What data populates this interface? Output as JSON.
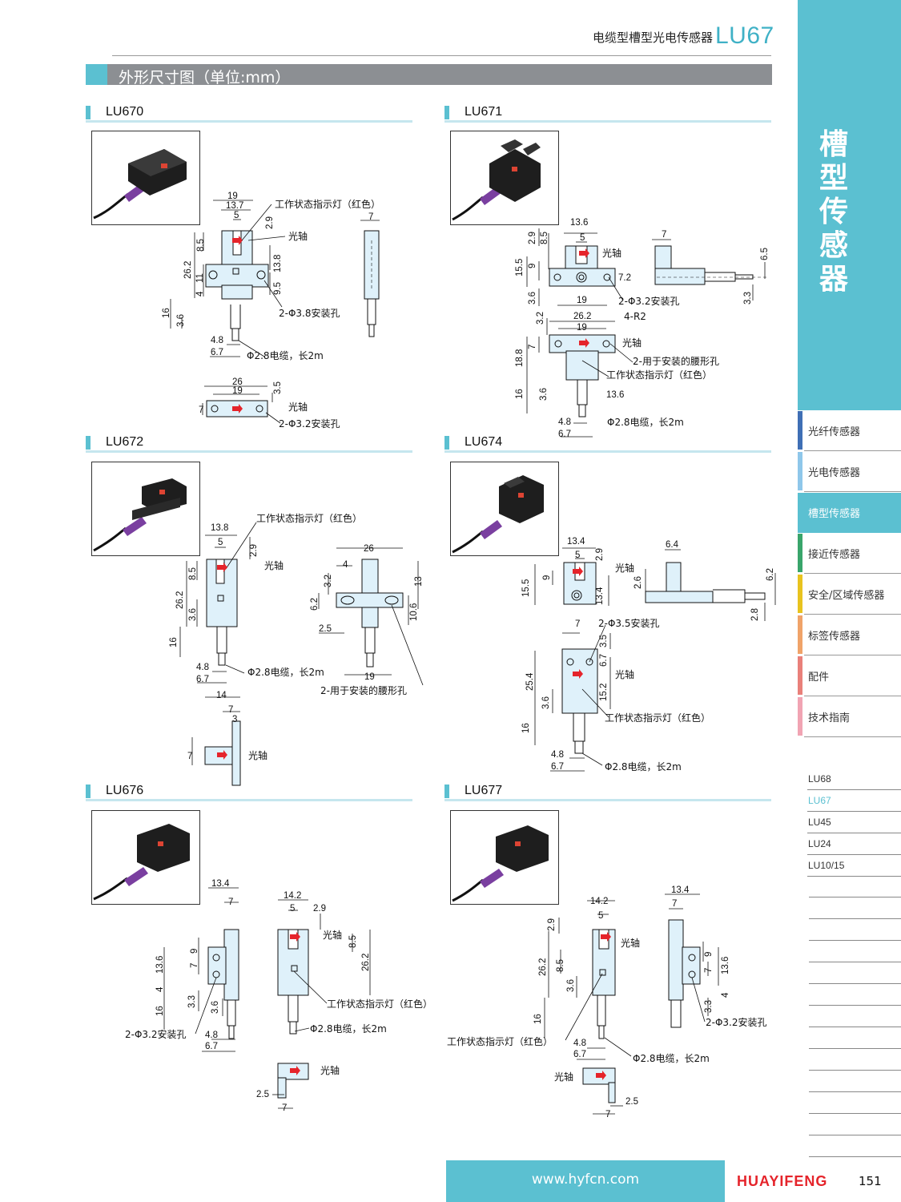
{
  "header": {
    "title": "电缆型槽型光电传感器",
    "model": "LU67"
  },
  "section": {
    "title": "外形尺寸图（单位:mm）"
  },
  "products": [
    {
      "name": "LU670"
    },
    {
      "name": "LU671"
    },
    {
      "name": "LU672"
    },
    {
      "name": "LU674"
    },
    {
      "name": "LU676"
    },
    {
      "name": "LU677"
    }
  ],
  "labels": {
    "indicator": "工作状态指示灯（红色）",
    "optical_axis": "光轴",
    "cable": "Φ2.8电缆，长2m",
    "holes_38": "2-Φ3.8安装孔",
    "holes_32": "2-Φ3.2安装孔",
    "holes_35": "2-Φ3.5安装孔",
    "waist_holes": "2-用于安装的腰形孔",
    "r2": "4-R2"
  },
  "dims": {
    "lu670": [
      "19",
      "13.7",
      "5",
      "2.9",
      "8.5",
      "26.2",
      "13.8",
      "11",
      "4",
      "9.5",
      "16",
      "3.6",
      "4.8",
      "6.7",
      "7",
      "26",
      "19",
      "3.5",
      "7"
    ],
    "lu671": [
      "13.6",
      "5",
      "2.9",
      "8.5",
      "15.5",
      "9",
      "7.2",
      "19",
      "3.6",
      "7",
      "6.5",
      "3.3",
      "26.2",
      "19",
      "3.2",
      "7",
      "18.8",
      "16",
      "3.6",
      "13.6",
      "4.8",
      "6.7"
    ],
    "lu672": [
      "13.8",
      "5",
      "2.9",
      "8.5",
      "26.2",
      "3.6",
      "16",
      "4.8",
      "6.7",
      "26",
      "4",
      "3.2",
      "6.2",
      "13",
      "10.6",
      "2.5",
      "19",
      "14",
      "7",
      "3",
      "7"
    ],
    "lu674": [
      "13.4",
      "5",
      "2.9",
      "15.5",
      "9",
      "13.4",
      "6.4",
      "2.6",
      "6.2",
      "2.8",
      "7",
      "3.5",
      "6.7",
      "25.4",
      "15.2",
      "3.6",
      "16",
      "4.8",
      "6.7"
    ],
    "lu676": [
      "13.4",
      "7",
      "9",
      "13.6",
      "7",
      "4",
      "3.3",
      "16",
      "3.6",
      "4.8",
      "6.7",
      "14.2",
      "5",
      "2.9",
      "8.5",
      "26.2",
      "2.5",
      "7"
    ],
    "lu677": [
      "14.2",
      "5",
      "2.9",
      "26.2",
      "8.5",
      "3.6",
      "16",
      "4.8",
      "6.7",
      "13.4",
      "7",
      "9",
      "13.6",
      "7",
      "4",
      "3.3",
      "2.5",
      "7"
    ]
  },
  "sidebar": {
    "category": "槽型传感器",
    "nav": [
      {
        "label": "光纤传感器",
        "color": "#3f6fb5"
      },
      {
        "label": "光电传感器",
        "color": "#8fc7ea"
      },
      {
        "label": "槽型传感器",
        "color": "#5bc0d1"
      },
      {
        "label": "接近传感器",
        "color": "#39a56b"
      },
      {
        "label": "安全/区域传感器",
        "color": "#e8c31f"
      },
      {
        "label": "标签传感器",
        "color": "#f0a369"
      },
      {
        "label": "配件",
        "color": "#e9807a"
      },
      {
        "label": "技术指南",
        "color": "#f1a4b3"
      }
    ],
    "series": [
      "LU68",
      "LU67",
      "LU45",
      "LU24",
      "LU10/15"
    ]
  },
  "footer": {
    "url": "www.hyfcn.com",
    "brand": "HUAYIFENG",
    "page": "151"
  },
  "colors": {
    "accent": "#5bc0d1",
    "sensor_body": "#dff1fa",
    "arrow": "#e5242b",
    "banner": "#8c8f93"
  }
}
